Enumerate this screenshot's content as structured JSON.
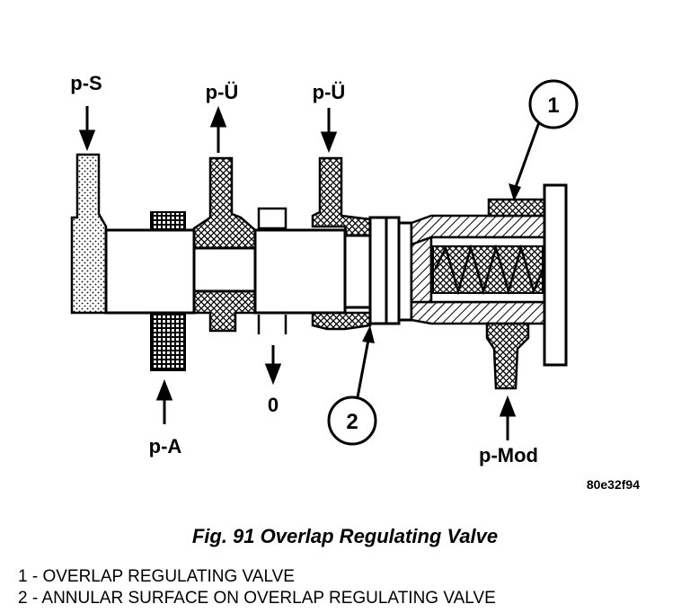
{
  "labels": {
    "p_s": "p-S",
    "p_u1": "p-Ü",
    "p_u2": "p-Ü",
    "p_a": "p-A",
    "zero": "0",
    "p_mod": "p-Mod",
    "callout_1": "1",
    "callout_2": "2",
    "image_code": "80e32f94"
  },
  "caption": "Fig. 91 Overlap Regulating Valve",
  "legend": [
    "1 - OVERLAP REGULATING VALVE",
    "2 - ANNULAR SURFACE ON OVERLAP REGULATING VALVE"
  ]
}
